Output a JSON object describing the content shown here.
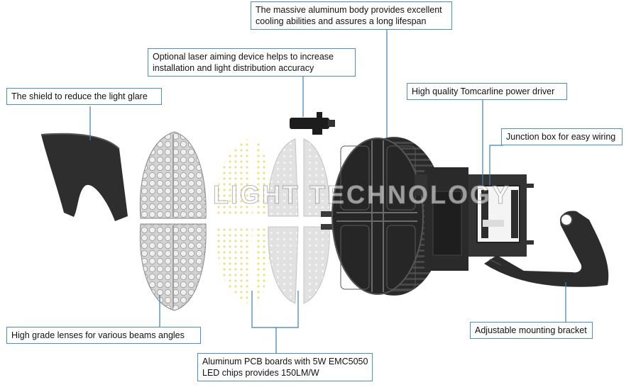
{
  "callouts": {
    "aluminum_body": [
      "The massive aluminum body provides excellent",
      "cooling abilities and assures a long lifespan"
    ],
    "laser": [
      "Optional laser aiming device helps to increase",
      "installation and light distribution accuracy"
    ],
    "shield": [
      "The shield to reduce the light glare"
    ],
    "driver": [
      "High quality Tomcarline power driver"
    ],
    "junction": [
      "Junction box for easy wiring"
    ],
    "lenses": [
      "High grade lenses for various beams angles"
    ],
    "pcb": [
      "Aluminum PCB boards with 5W EMC5050",
      "LED chips provides 150LM/W"
    ],
    "bracket": [
      "Adjustable mounting bracket"
    ]
  },
  "watermark": "LIGHT TECHNOLOGY",
  "colors": {
    "callout_border": "#4a90c4",
    "leader_line": "#3a7fb5",
    "housing": "#2b2b2b",
    "lens": "#d8d8d8",
    "led": "#f3ec9a"
  }
}
